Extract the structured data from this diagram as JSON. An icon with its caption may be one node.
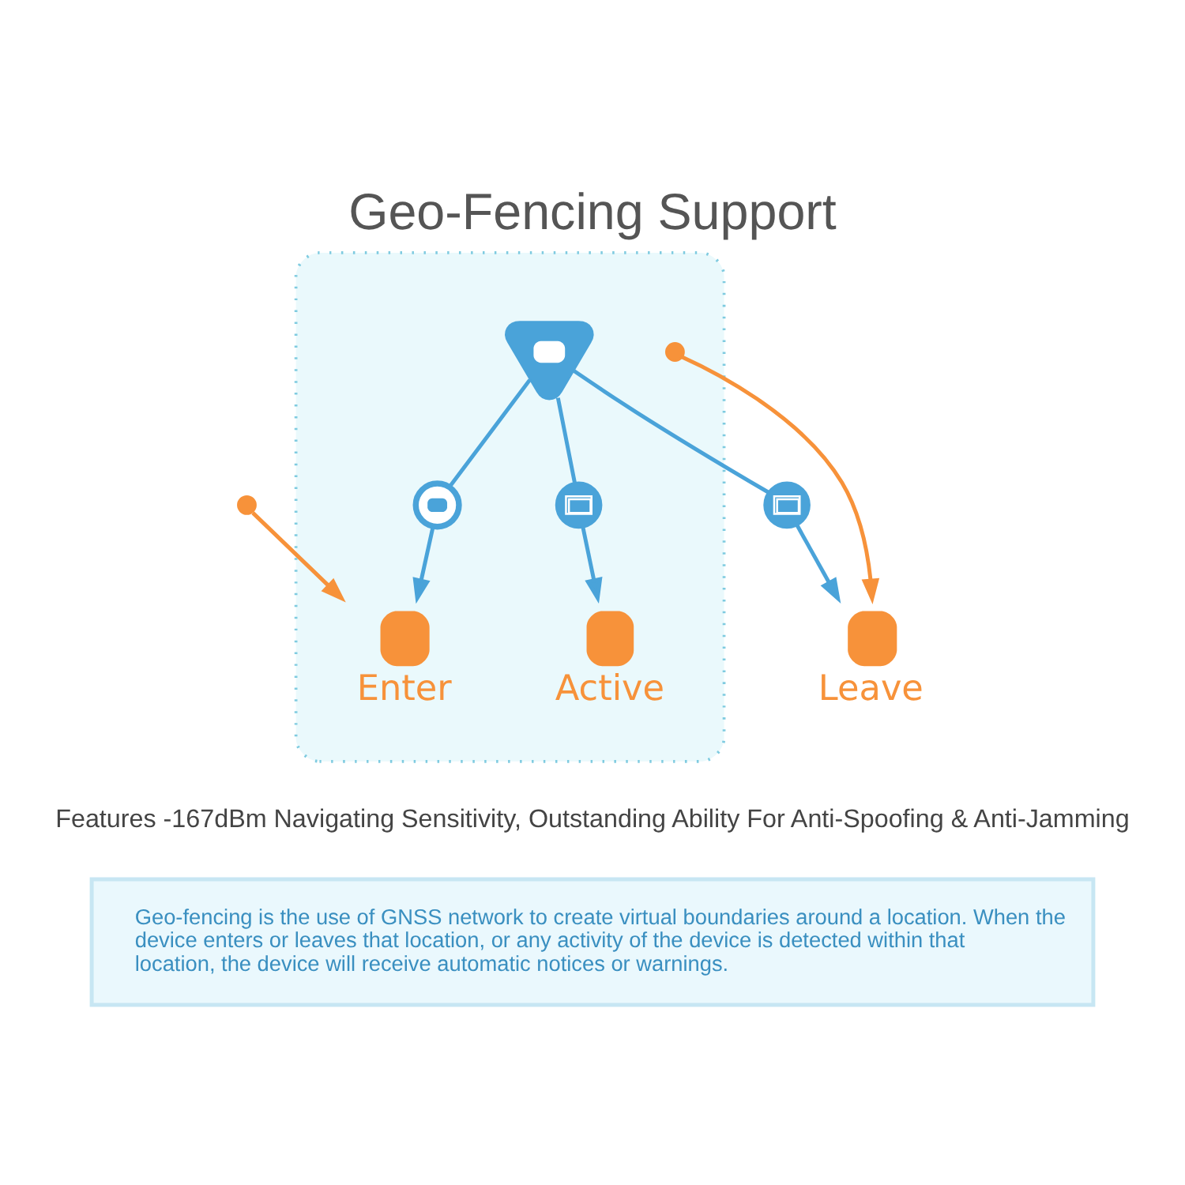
{
  "diagram": {
    "title": "Geo-Fencing Support",
    "nodes": [
      {
        "text": [],
        "shape": "dot"
      },
      {
        "text": [],
        "shape": "envelope"
      },
      {
        "text": [
          "Leave"
        ]
      },
      {
        "text": [],
        "shape": "ellipse"
      },
      {
        "text": [],
        "shape": "circle",
        "in": 3
      },
      {
        "text": [],
        "shape": "dot",
        "in": 3
      },
      {
        "text": [],
        "shape": "pin",
        "in": 3
      },
      {
        "text": [],
        "shape": "envelope",
        "in": 3
      },
      {
        "text": [
          "Enter"
        ],
        "in": 3
      },
      {
        "text": [
          "Active"
        ],
        "in": 3
      },
      {
        "text": [
          "Geo-fencing is the use of GNSS network to create virtual boundaries around a location. When the device enters or leaves that location, or any activity of the device is detected within that location, the device will receive automatic notices or warnings."
        ]
      }
    ],
    "edges": [
      {
        "from": 0,
        "to": 8,
        "arrow": "to",
        "color": "#f7923a"
      },
      {
        "from": 5,
        "to": 2,
        "arrow": "to",
        "color": "#f7923a"
      },
      {
        "from": 6,
        "to": 4,
        "arrow": "none"
      },
      {
        "from": 4,
        "to": 8,
        "arrow": "to"
      },
      {
        "from": 6,
        "to": 1,
        "arrow": "none"
      },
      {
        "from": 1,
        "to": 2,
        "arrow": "to"
      },
      {
        "from": 6,
        "to": 7,
        "arrow": "none"
      },
      {
        "from": 7,
        "to": 9,
        "arrow": "to"
      }
    ],
    "labels": [
      "Features -167dBm Navigating Sensitivity, Outstanding Ability For Anti-Spoofing & Anti-Jamming"
    ]
  }
}
